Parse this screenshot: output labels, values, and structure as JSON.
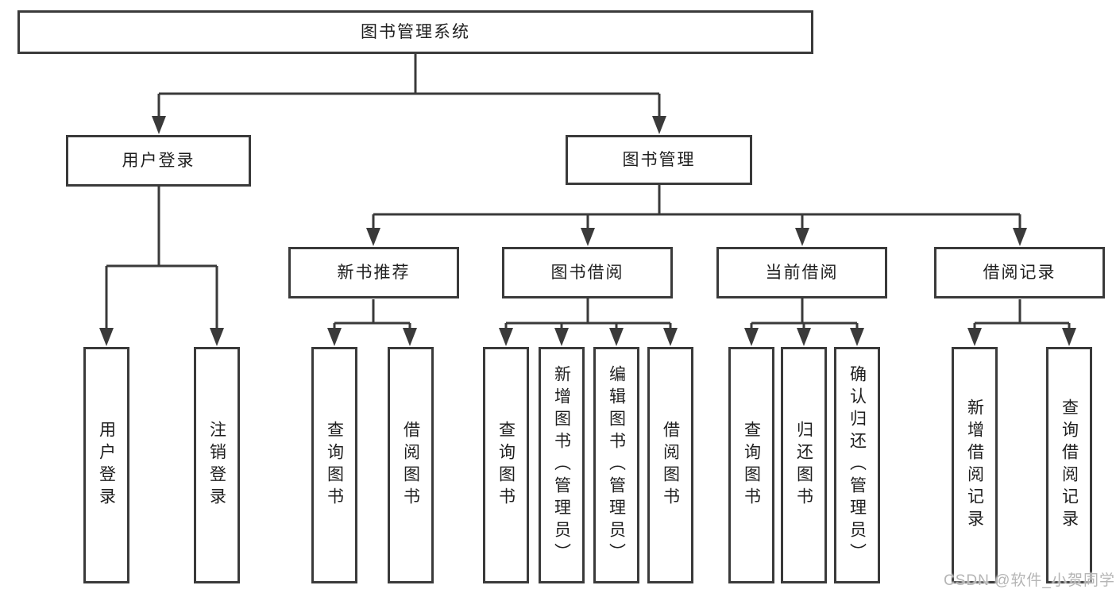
{
  "tree": {
    "root": "图书管理系统",
    "children": [
      {
        "label": "用户登录",
        "children": [
          "用户登录",
          "注销登录"
        ]
      },
      {
        "label": "图书管理",
        "children": [
          {
            "label": "新书推荐",
            "children": [
              "查询图书",
              "借阅图书"
            ]
          },
          {
            "label": "图书借阅",
            "children": [
              "查询图书",
              "新增图书（管理员）",
              "编辑图书（管理员）",
              "借阅图书"
            ]
          },
          {
            "label": "当前借阅",
            "children": [
              "查询图书",
              "归还图书",
              "确认归还（管理员）"
            ]
          },
          {
            "label": "借阅记录",
            "children": [
              "新增借阅记录",
              "查询借阅记录"
            ]
          }
        ]
      }
    ]
  },
  "watermark": "CSDN @软件_小贺同学",
  "colors": {
    "line": "#3a3a3a",
    "text": "#1f1f1f",
    "watermark": "#b5b5b5"
  }
}
